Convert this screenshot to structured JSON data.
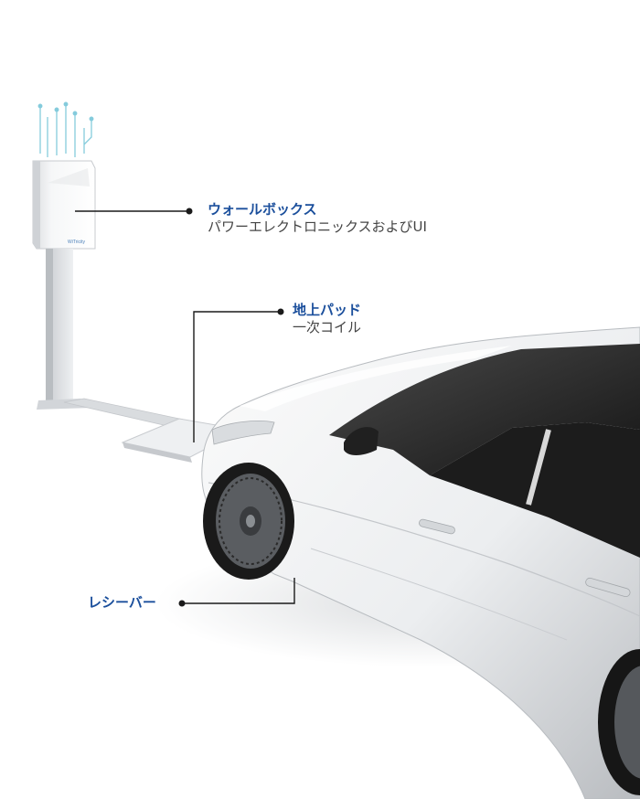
{
  "colors": {
    "accent": "#1b4f9c",
    "subtext": "#444444",
    "leader": "#1a1a1a"
  },
  "callouts": {
    "wallbox": {
      "title": "ウォールボックス",
      "subtitle": "パワーエレクトロニックスおよびUI"
    },
    "ground_pad": {
      "title": "地上パッド",
      "subtitle": "一次コイル"
    },
    "receiver": {
      "title": "レシーバー"
    }
  },
  "device": {
    "brand": "WiTricity"
  }
}
